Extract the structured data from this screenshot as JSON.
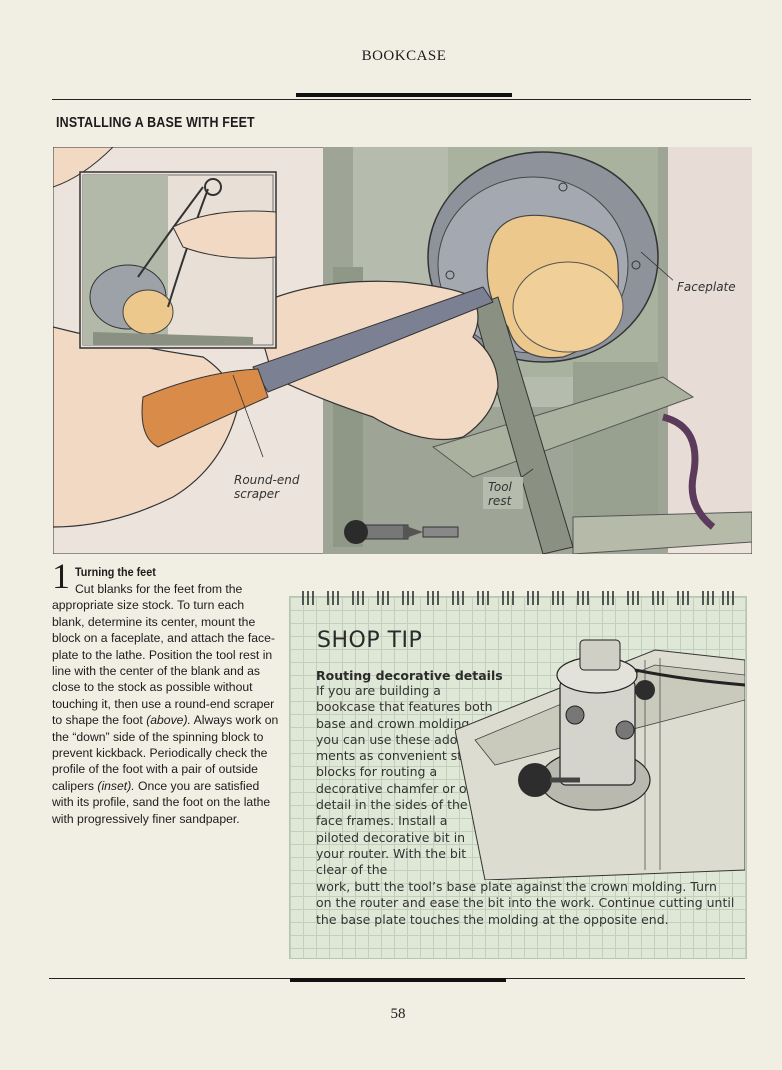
{
  "header": {
    "running_head": "BOOKCASE"
  },
  "section": {
    "title": "INSTALLING A BASE WITH FEET"
  },
  "illustration": {
    "callouts": {
      "faceplate": "Faceplate",
      "scraper_line1": "Round-end",
      "scraper_line2": "scraper",
      "toolrest_line1": "Tool",
      "toolrest_line2": "rest"
    }
  },
  "step": {
    "number": "1",
    "title": "Turning the feet",
    "body_part1": "Cut blanks for the feet from the appropriate size stock. To turn each blank, determine its center, mount the block on a faceplate, and attach the face­plate to the lathe. Position the tool rest in line with the center of the blank and as close to the stock as possible without touching it, then use a round-end scraper to shape the foot ",
    "body_em1": "(above).",
    "body_part2": " Always work on the “down” side of the spinning block to prevent kickback. Periodically check the profile of the foot with a pair of out­side calipers ",
    "body_em2": "(inset).",
    "body_part3": " Once you are satis­fied with its profile, sand the foot on the lathe with progressively finer sandpaper."
  },
  "shop_tip": {
    "heading": "SHOP TIP",
    "subheading": "Routing decorative details",
    "body_narrow": "If you are building a bookcase that features both base and crown molding, you can use these adorn­ments as convenient stop blocks for routing a decorative chamfer or other detail in the sides of the face frames. Install a piloted decorative bit in your router. With the bit clear of the",
    "body_wide": "work, butt the tool’s base plate against the crown molding. Turn on the router and ease the bit into the work. Continue cutting until the base plate touches the molding at the opposite end."
  },
  "footer": {
    "page_number": "58"
  }
}
